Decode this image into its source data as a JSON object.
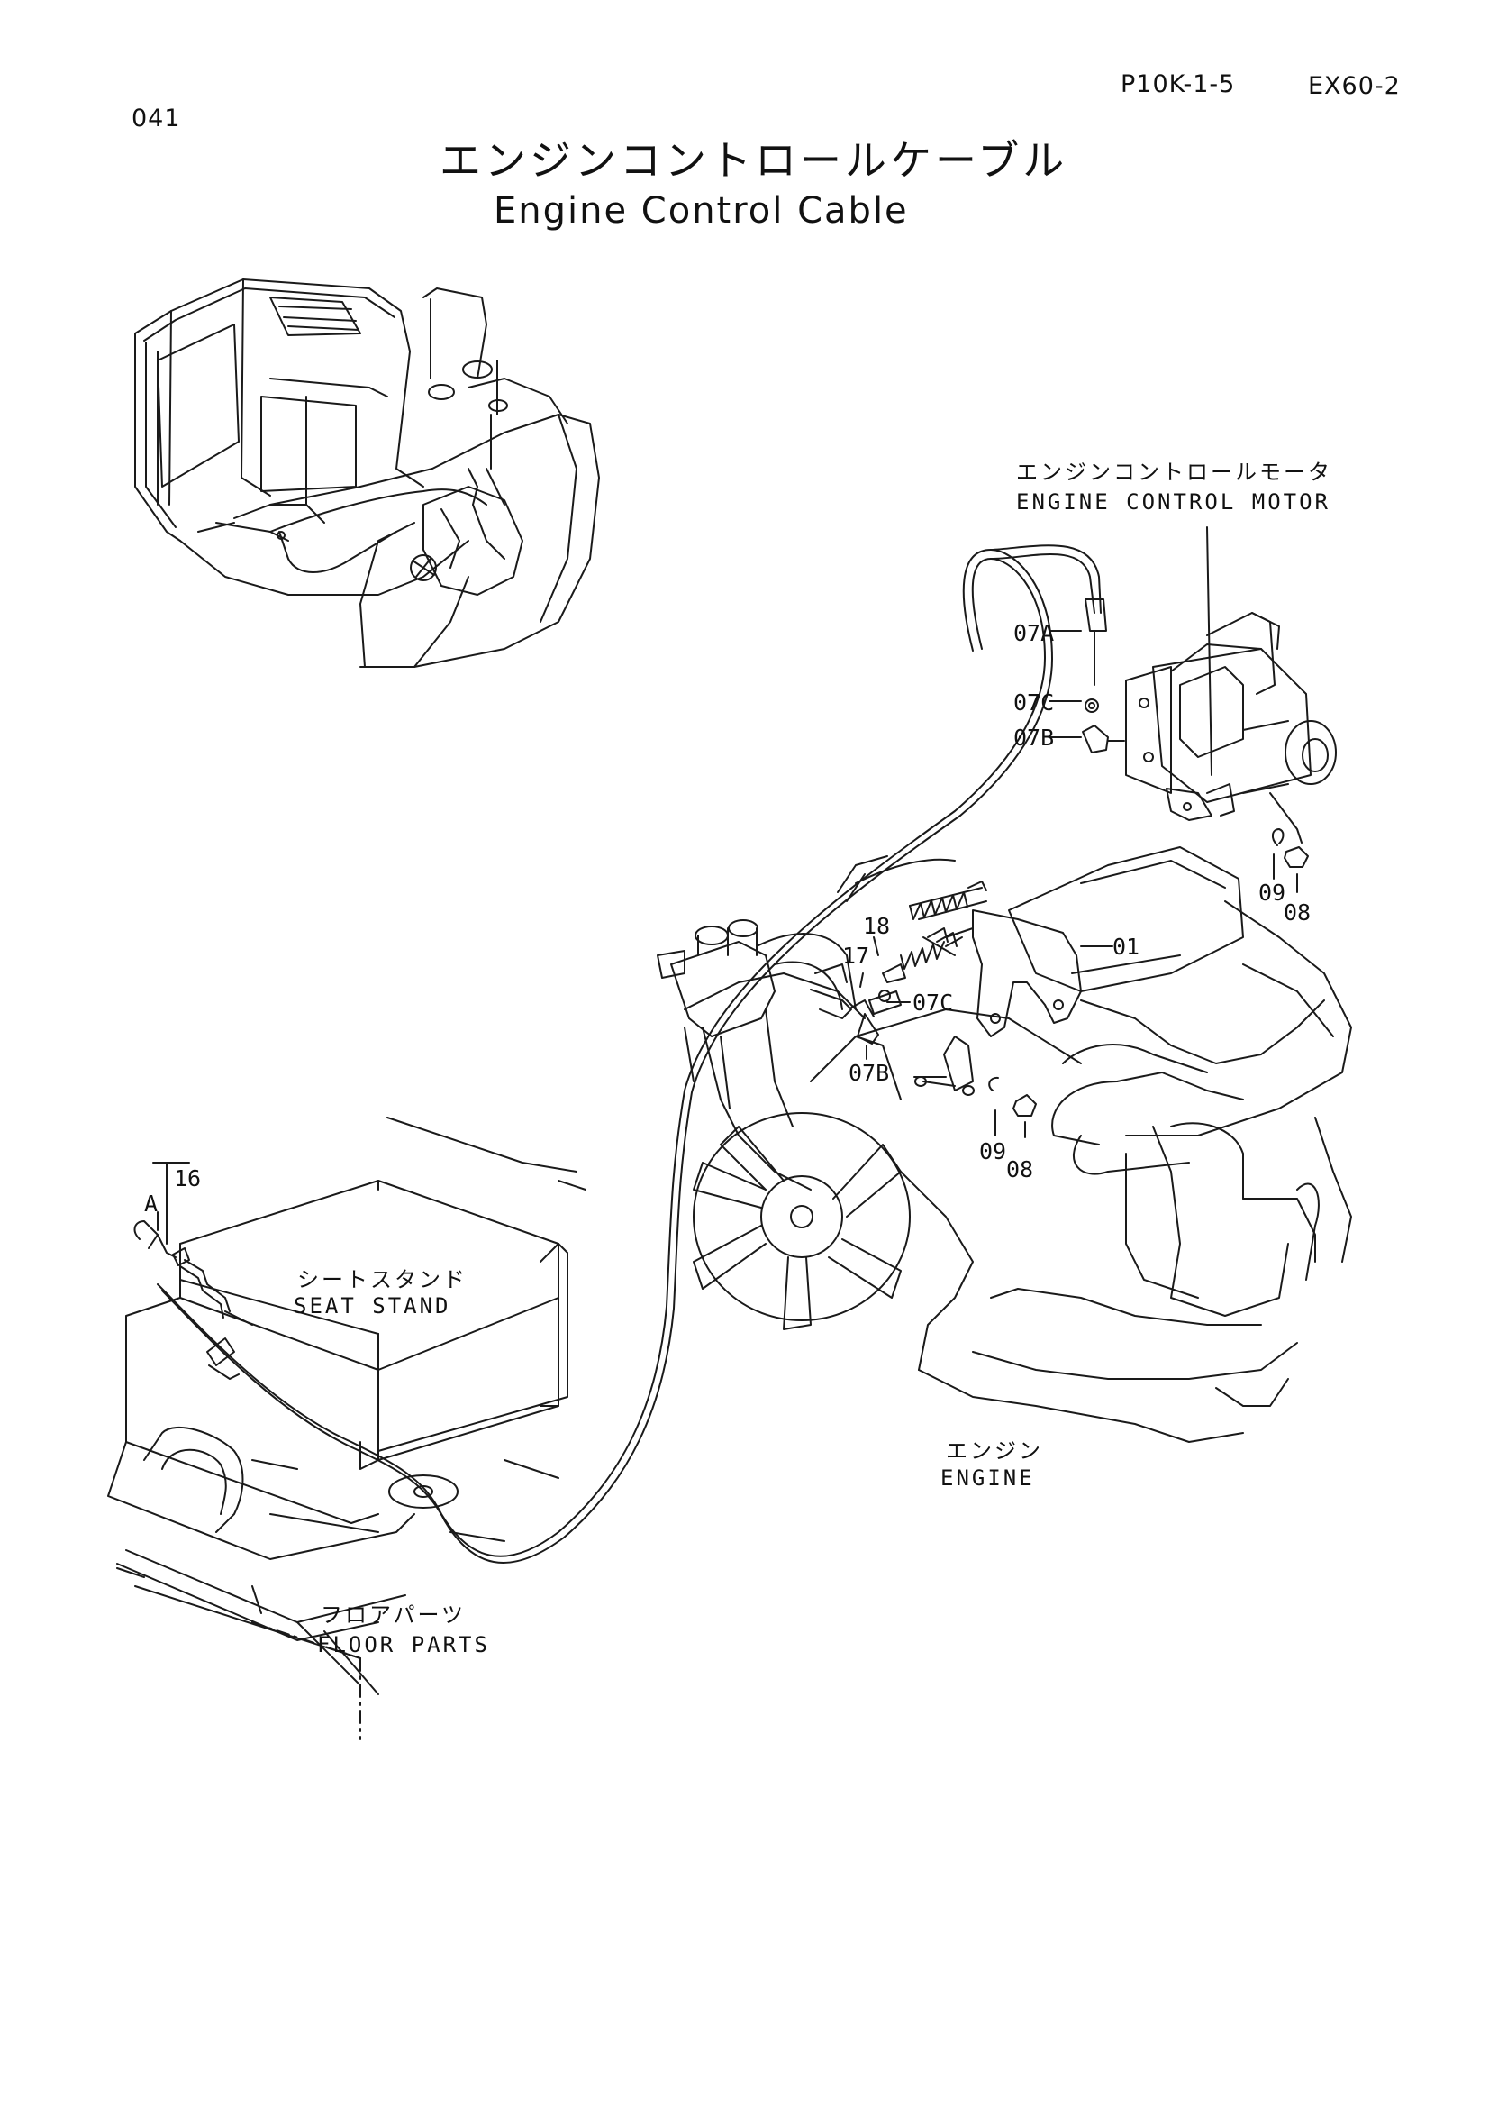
{
  "header": {
    "page_number": "041",
    "doc_code": "P10K-1-5",
    "model": "EX60-2"
  },
  "title": {
    "japanese": "エンジンコントロールケーブル",
    "english": "Engine Control Cable"
  },
  "labels": {
    "motor_jp": "エンジンコントロールモータ",
    "motor_en": "ENGINE CONTROL MOTOR",
    "seat_jp": "シートスタンド",
    "seat_en": "SEAT STAND",
    "engine_jp": "エンジン",
    "engine_en": "ENGINE",
    "floor_jp": "フロアパーツ",
    "floor_en": "FLOOR PARTS"
  },
  "part_numbers": {
    "p07a": "07A",
    "p07c_top": "07C",
    "p07b_top": "07B",
    "p09_top": "09",
    "p08_top": "08",
    "p18": "18",
    "p17": "17",
    "p01": "01",
    "p07c_mid": "07C",
    "p07b_mid": "07B",
    "p09_mid": "09",
    "p08_mid": "08",
    "p16": "16",
    "pA": "A"
  },
  "icons": [
    "excavator-overview-drawing",
    "engine-drawing",
    "control-motor-drawing",
    "seat-stand-drawing",
    "control-lever-drawing",
    "cable-drawing"
  ]
}
